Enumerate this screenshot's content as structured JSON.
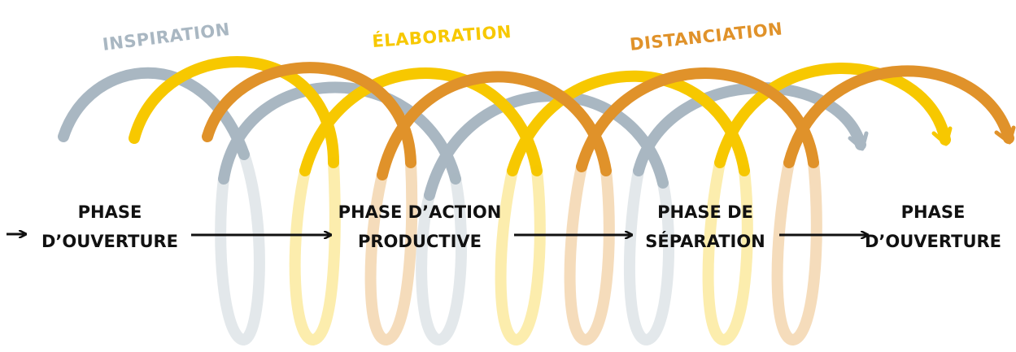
{
  "loop_labels": {
    "inspiration": "INSPIRATION",
    "elaboration": "ÉLABORATION",
    "distanciation": "DISTANCIATION"
  },
  "phases": [
    {
      "line1": "PHASE",
      "line2": "D’OUVERTURE"
    },
    {
      "line1": "PHASE D’ACTION",
      "line2": "PRODUCTIVE"
    },
    {
      "line1": "PHASE DE",
      "line2": "SÉPARATION"
    },
    {
      "line1": "PHASE",
      "line2": "D’OUVERTURE"
    }
  ],
  "colors": {
    "inspiration": "#a9b7c2",
    "elaboration": "#f7c800",
    "distanciation": "#e0922a",
    "text": "#111111"
  }
}
